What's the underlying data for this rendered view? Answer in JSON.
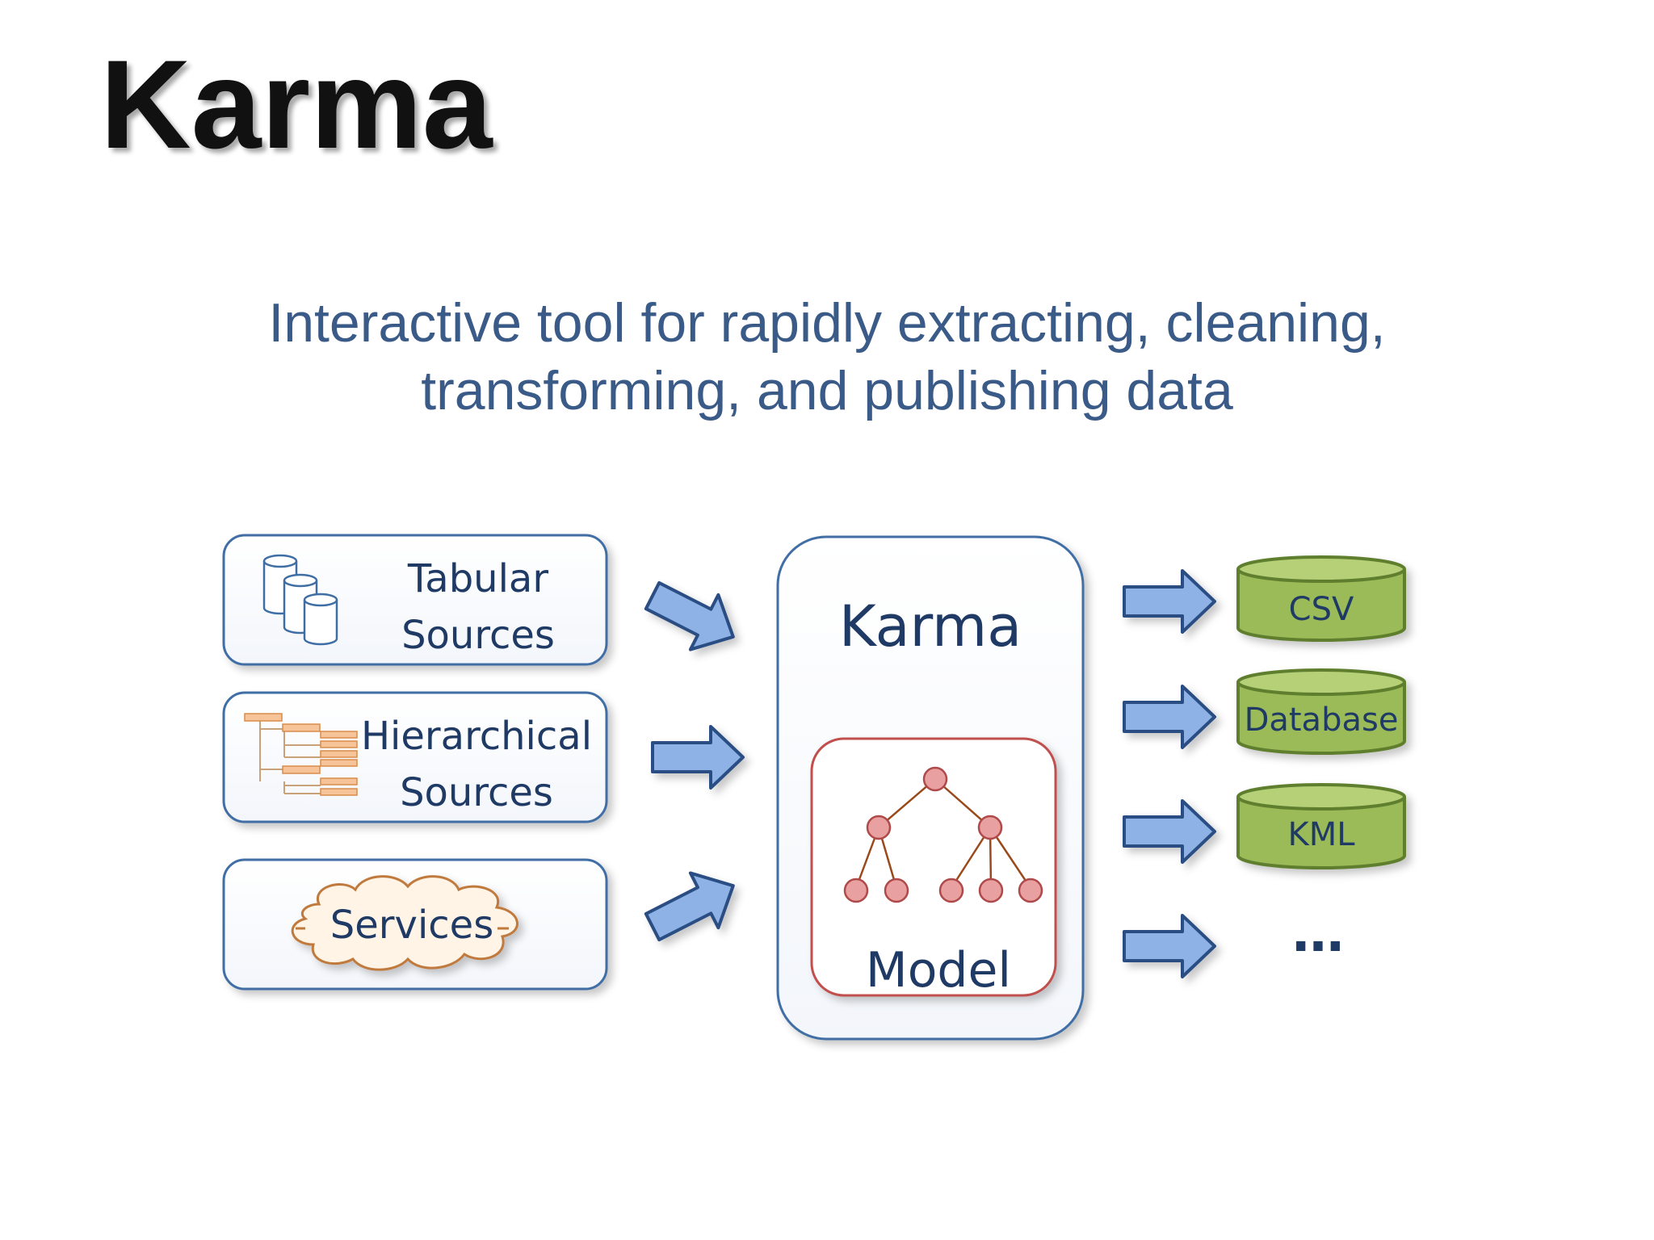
{
  "title": "Karma",
  "subtitle": {
    "line1": "Interactive tool for rapidly extracting, cleaning,",
    "line2": "transforming, and publishing data"
  },
  "sources": {
    "tabular": {
      "line1": "Tabular",
      "line2": "Sources"
    },
    "hierarchical": {
      "line1": "Hierarchical",
      "line2": "Sources"
    },
    "services": {
      "label": "Services"
    }
  },
  "core": {
    "label": "Karma",
    "model_label": "Model"
  },
  "outputs": {
    "csv": "CSV",
    "database": "Database",
    "kml": "KML",
    "more": "…"
  },
  "colors": {
    "title": "#111111",
    "subtitle": "#3a5a88",
    "box_border": "#3f6ea5",
    "arrow_fill": "#8fb2e6",
    "arrow_stroke": "#2b4e84",
    "cylinder_fill": "#9bbb59",
    "cylinder_stroke": "#5e7f2f",
    "model_border": "#c0504d",
    "tree_node": "#e8a0a0",
    "tree_edge": "#9a4a1a"
  },
  "icons": [
    "database-stack-icon",
    "hierarchy-tree-icon",
    "cloud-icon",
    "tree-model-icon"
  ]
}
